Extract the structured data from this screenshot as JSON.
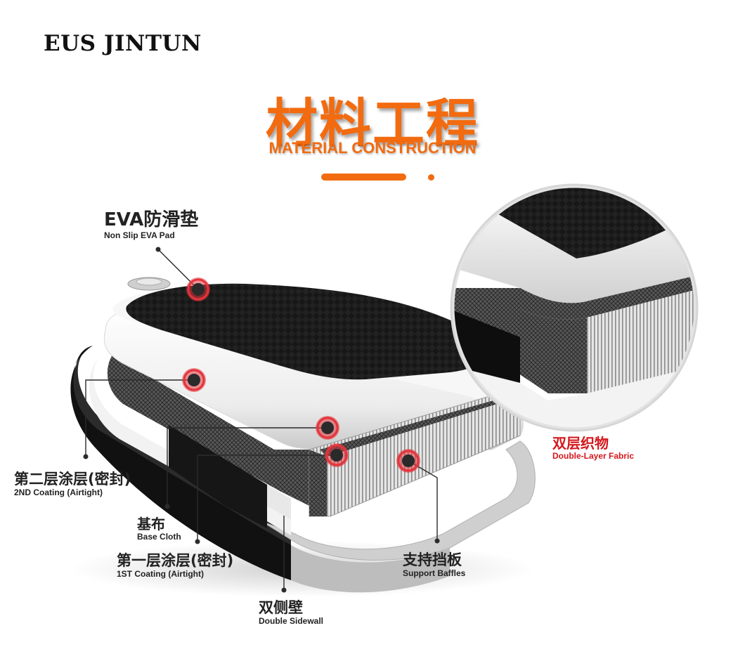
{
  "brand": "EUS JINTUN",
  "header": {
    "title_cn": "材料工程",
    "title_en": "MATERIAL CONSTRUCTION"
  },
  "colors": {
    "accent": "#f26b10",
    "highlight_red": "#d4171c",
    "marker_ring": "#e3343c"
  },
  "labels": {
    "eva": {
      "cn": "EVA防滑垫",
      "en": "Non Slip EVA Pad"
    },
    "coating2": {
      "cn": "第二层涂层(密封)",
      "en": "2ND Coating (Airtight)"
    },
    "base_cloth": {
      "cn": "基布",
      "en": "Base Cloth"
    },
    "coating1": {
      "cn": "第一层涂层(密封)",
      "en": "1ST Coating (Airtight)"
    },
    "sidewall": {
      "cn": "双侧壁",
      "en": "Double Sidewall"
    },
    "baffles": {
      "cn": "支持挡板",
      "en": "Support Baffles"
    },
    "fabric": {
      "cn": "双层织物",
      "en": "Double-Layer Fabric"
    }
  }
}
